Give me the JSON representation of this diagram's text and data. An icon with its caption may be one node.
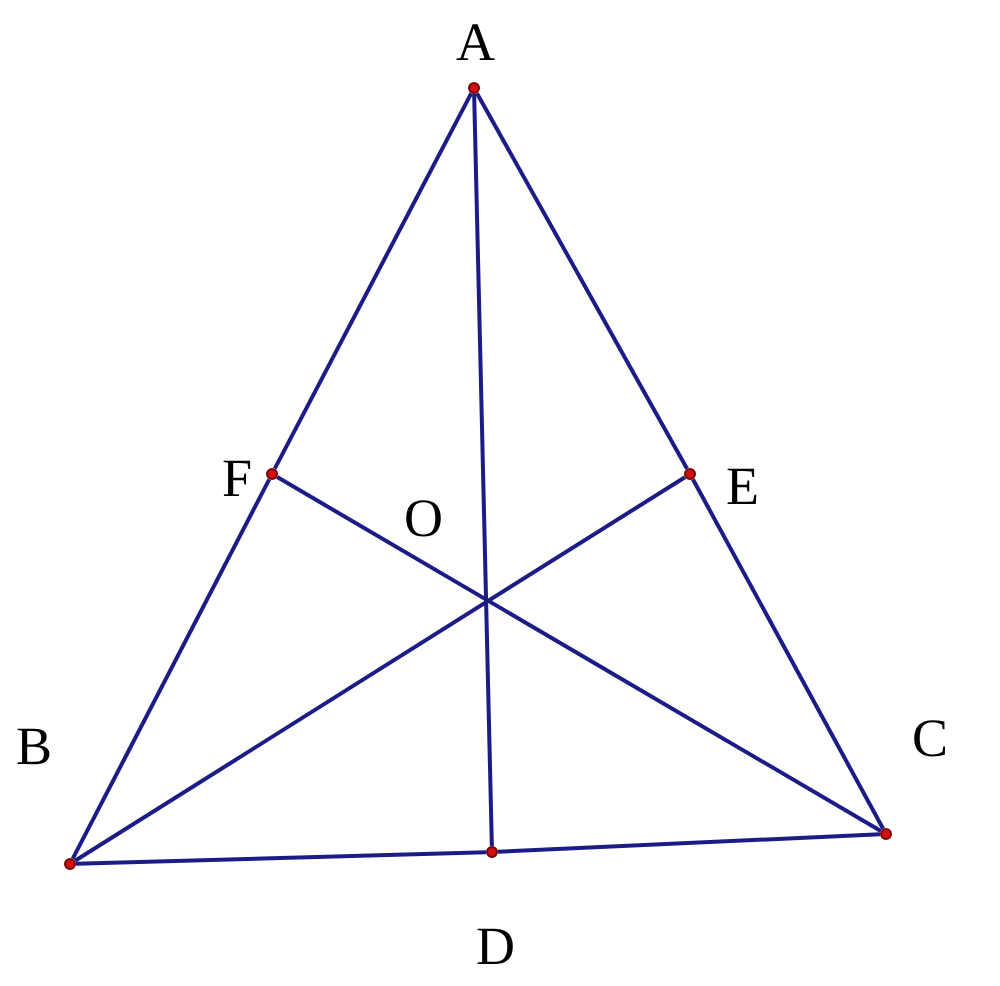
{
  "diagram": {
    "nodes": [
      {
        "text": [],
        "shape": "circle",
        "beside": [
          "A"
        ]
      },
      {
        "text": [],
        "shape": "circle",
        "beside": [
          "F"
        ]
      },
      {
        "text": [],
        "shape": "circle",
        "beside": [
          "E"
        ]
      },
      {
        "text": [],
        "shape": "circle",
        "beside": [
          "B"
        ]
      },
      {
        "text": [],
        "shape": "circle",
        "beside": [
          "D"
        ]
      },
      {
        "text": [],
        "shape": "circle",
        "beside": [
          "C"
        ]
      }
    ],
    "edges": [
      {
        "from": 0,
        "to": 1,
        "arrow": "none"
      },
      {
        "from": 1,
        "to": 3,
        "arrow": "none"
      },
      {
        "from": 0,
        "to": 2,
        "arrow": "none"
      },
      {
        "from": 2,
        "to": 5,
        "arrow": "none"
      },
      {
        "from": 3,
        "to": 4,
        "arrow": "none"
      },
      {
        "from": 4,
        "to": 5,
        "arrow": "none"
      },
      {
        "from": 0,
        "to": 4,
        "arrow": "none"
      },
      {
        "from": 3,
        "to": 2,
        "arrow": "none"
      },
      {
        "from": 5,
        "to": 1,
        "arrow": "none"
      }
    ],
    "labels": [
      "O"
    ]
  }
}
